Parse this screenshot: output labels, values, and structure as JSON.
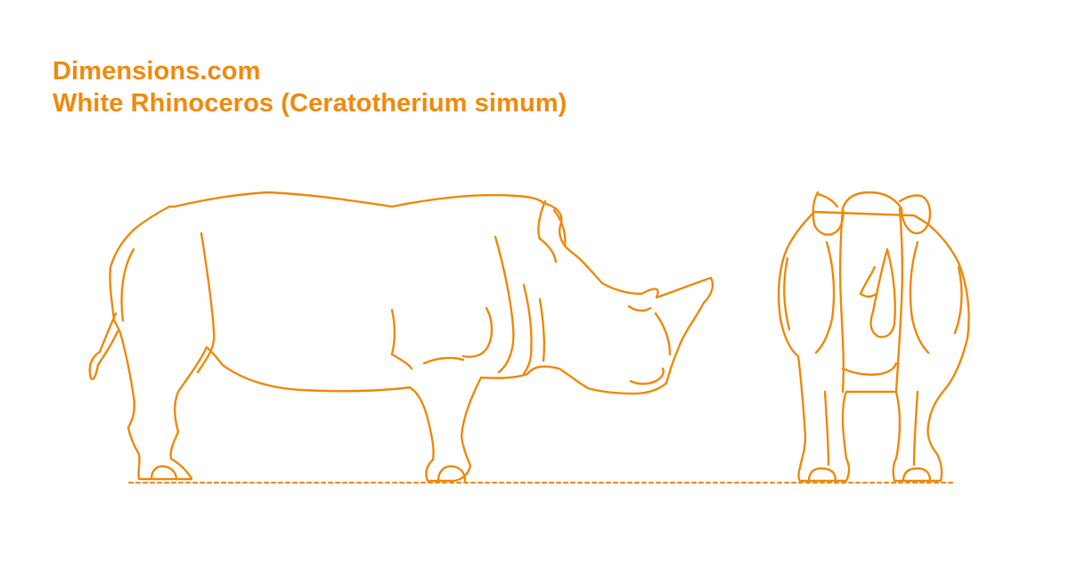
{
  "header": {
    "site_name": "Dimensions.com",
    "title": "White Rhinoceros (Ceratotherium simum)"
  },
  "colors": {
    "accent": "#f08a0c",
    "background": "#ffffff"
  },
  "views": {
    "side_view": "side elevation",
    "front_view": "front elevation"
  }
}
